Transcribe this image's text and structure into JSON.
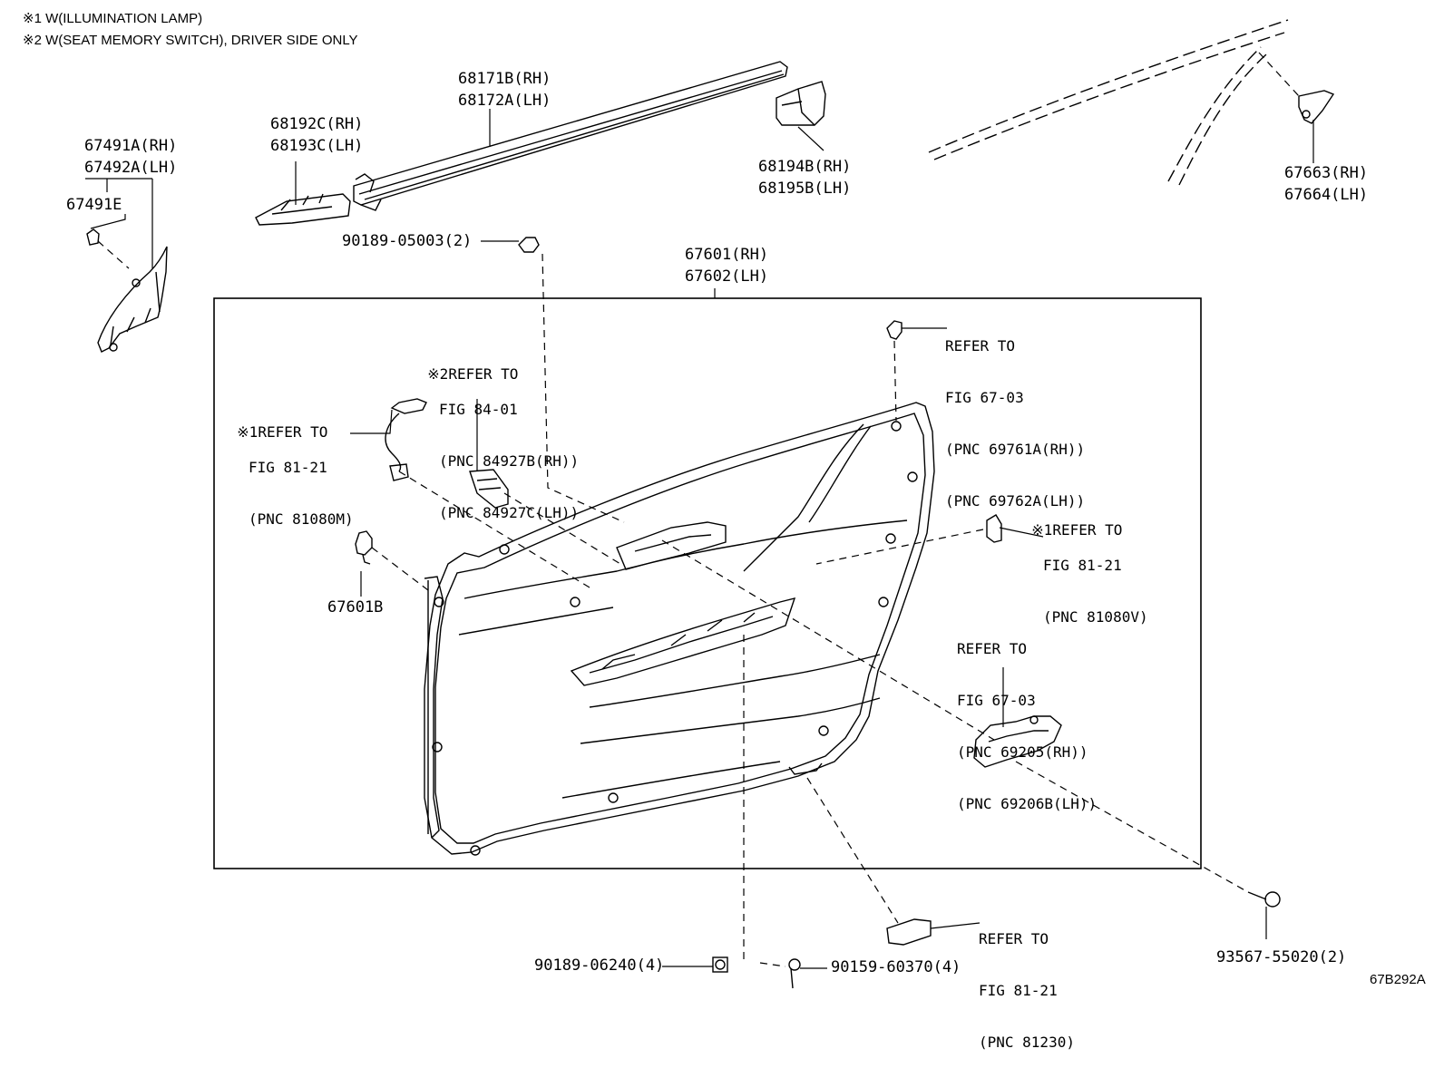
{
  "notes": [
    "※1 W(ILLUMINATION LAMP)",
    "※2 W(SEAT MEMORY SWITCH), DRIVER SIDE ONLY"
  ],
  "parts": {
    "p67491a": "67491A(RH)",
    "p67492a": "67492A(LH)",
    "p67491e": "67491E",
    "p68192c": "68192C(RH)",
    "p68193c": "68193C(LH)",
    "p68171b": "68171B(RH)",
    "p68172a": "68172A(LH)",
    "p68194b": "68194B(RH)",
    "p68195b": "68195B(LH)",
    "p67663": "67663(RH)",
    "p67664": "67664(LH)",
    "p90189_05003": "90189-05003(2)",
    "p67601": "67601(RH)",
    "p67602": "67602(LH)",
    "p67601b": "67601B",
    "p90189_06240": "90189-06240(4)",
    "p90159_60370": "90159-60370(4)",
    "p93567_55020": "93567-55020(2)"
  },
  "refs": {
    "r1": {
      "prefix": "※2",
      "lines": [
        "REFER TO",
        "FIG 84-01",
        "(PNC 84927B(RH))",
        "(PNC 84927C(LH))"
      ]
    },
    "r2": {
      "prefix": "※1",
      "lines": [
        "REFER TO",
        "FIG 81-21",
        "(PNC 81080M)"
      ]
    },
    "r3": {
      "lines": [
        "REFER TO",
        "FIG 67-03",
        "(PNC 69761A(RH))",
        "(PNC 69762A(LH))"
      ]
    },
    "r4": {
      "prefix": "※1",
      "lines": [
        "REFER TO",
        "FIG 81-21",
        "(PNC 81080V)"
      ]
    },
    "r5": {
      "lines": [
        "REFER TO",
        "FIG 67-03",
        "(PNC 69205(RH))",
        "(PNC 69206B(LH))"
      ]
    },
    "r6": {
      "lines": [
        "REFER TO",
        "FIG 81-21",
        "(PNC 81230)"
      ]
    }
  },
  "figure_id": "67B292A"
}
